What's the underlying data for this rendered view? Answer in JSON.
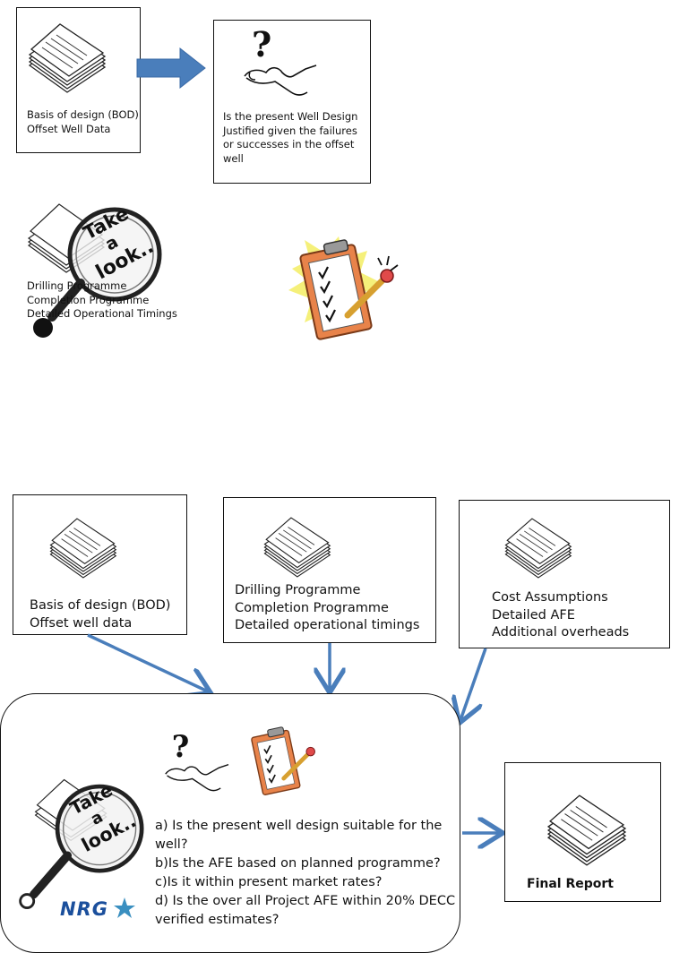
{
  "top": {
    "box1_lines": [
      "Basis of design (BOD)",
      "Offset Well Data"
    ],
    "box2_lines": [
      "Is  the present Well Design",
      "Justified given the failures",
      "or successes in  the offset",
      "well"
    ],
    "lens_lines": [
      "Drilling Programme",
      "Completion Programme",
      "Detailed Operational Timings"
    ]
  },
  "bottom": {
    "box_bod_lines": [
      "Basis of design (BOD)",
      "Offset well data"
    ],
    "box_prog_lines": [
      "Drilling Programme",
      "Completion Programme",
      "Detailed operational timings"
    ],
    "box_cost_lines": [
      "Cost Assumptions",
      "Detailed AFE",
      "Additional overheads"
    ],
    "questions": [
      "a) Is the present well design  suitable for the",
      "well?",
      "b)Is the AFE based on planned programme?",
      "c)Is it within present market rates?",
      "d) Is the over all Project AFE within 20% DECC",
      "verified estimates?"
    ],
    "final_report": "Final Report"
  },
  "graphics": {
    "take_a_look": [
      "Take",
      "a",
      "look.."
    ],
    "question_mark": "?",
    "logo_text": "NRG"
  },
  "colors": {
    "arrow": "#4a7ebb",
    "arrow_dark": "#3a6aa6",
    "clipboard": "#e8834a",
    "burst": "#f5f07a"
  }
}
